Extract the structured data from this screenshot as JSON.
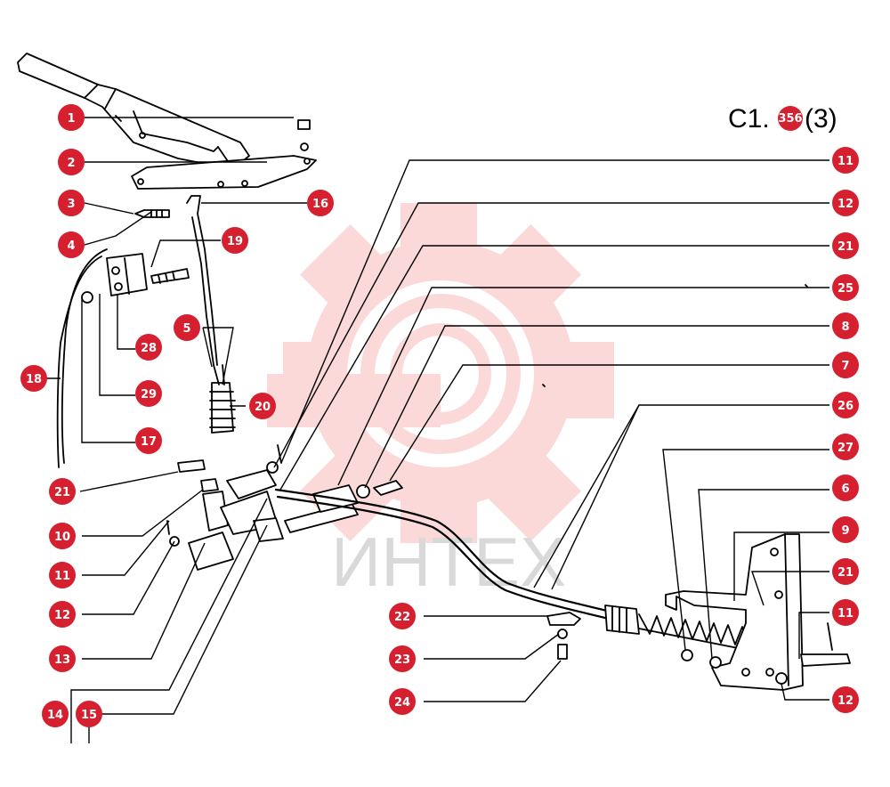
{
  "diagram": {
    "title": "C1.",
    "title_suffix": "(3)",
    "title_badge": "356",
    "watermark_text": "ИНТЕХ",
    "badge_color": "#d6202f",
    "watermark_color": "#f27a7a"
  },
  "callouts": {
    "left": [
      "1",
      "2",
      "3",
      "4",
      "18",
      "28",
      "29",
      "17",
      "21",
      "10",
      "11",
      "12",
      "13",
      "14",
      "15"
    ],
    "center": [
      "16",
      "19",
      "5",
      "20",
      "22",
      "23",
      "24"
    ],
    "right": [
      "11",
      "12",
      "21",
      "25",
      "8",
      "7",
      "26",
      "27",
      "6",
      "9",
      "21",
      "11",
      "12"
    ]
  }
}
